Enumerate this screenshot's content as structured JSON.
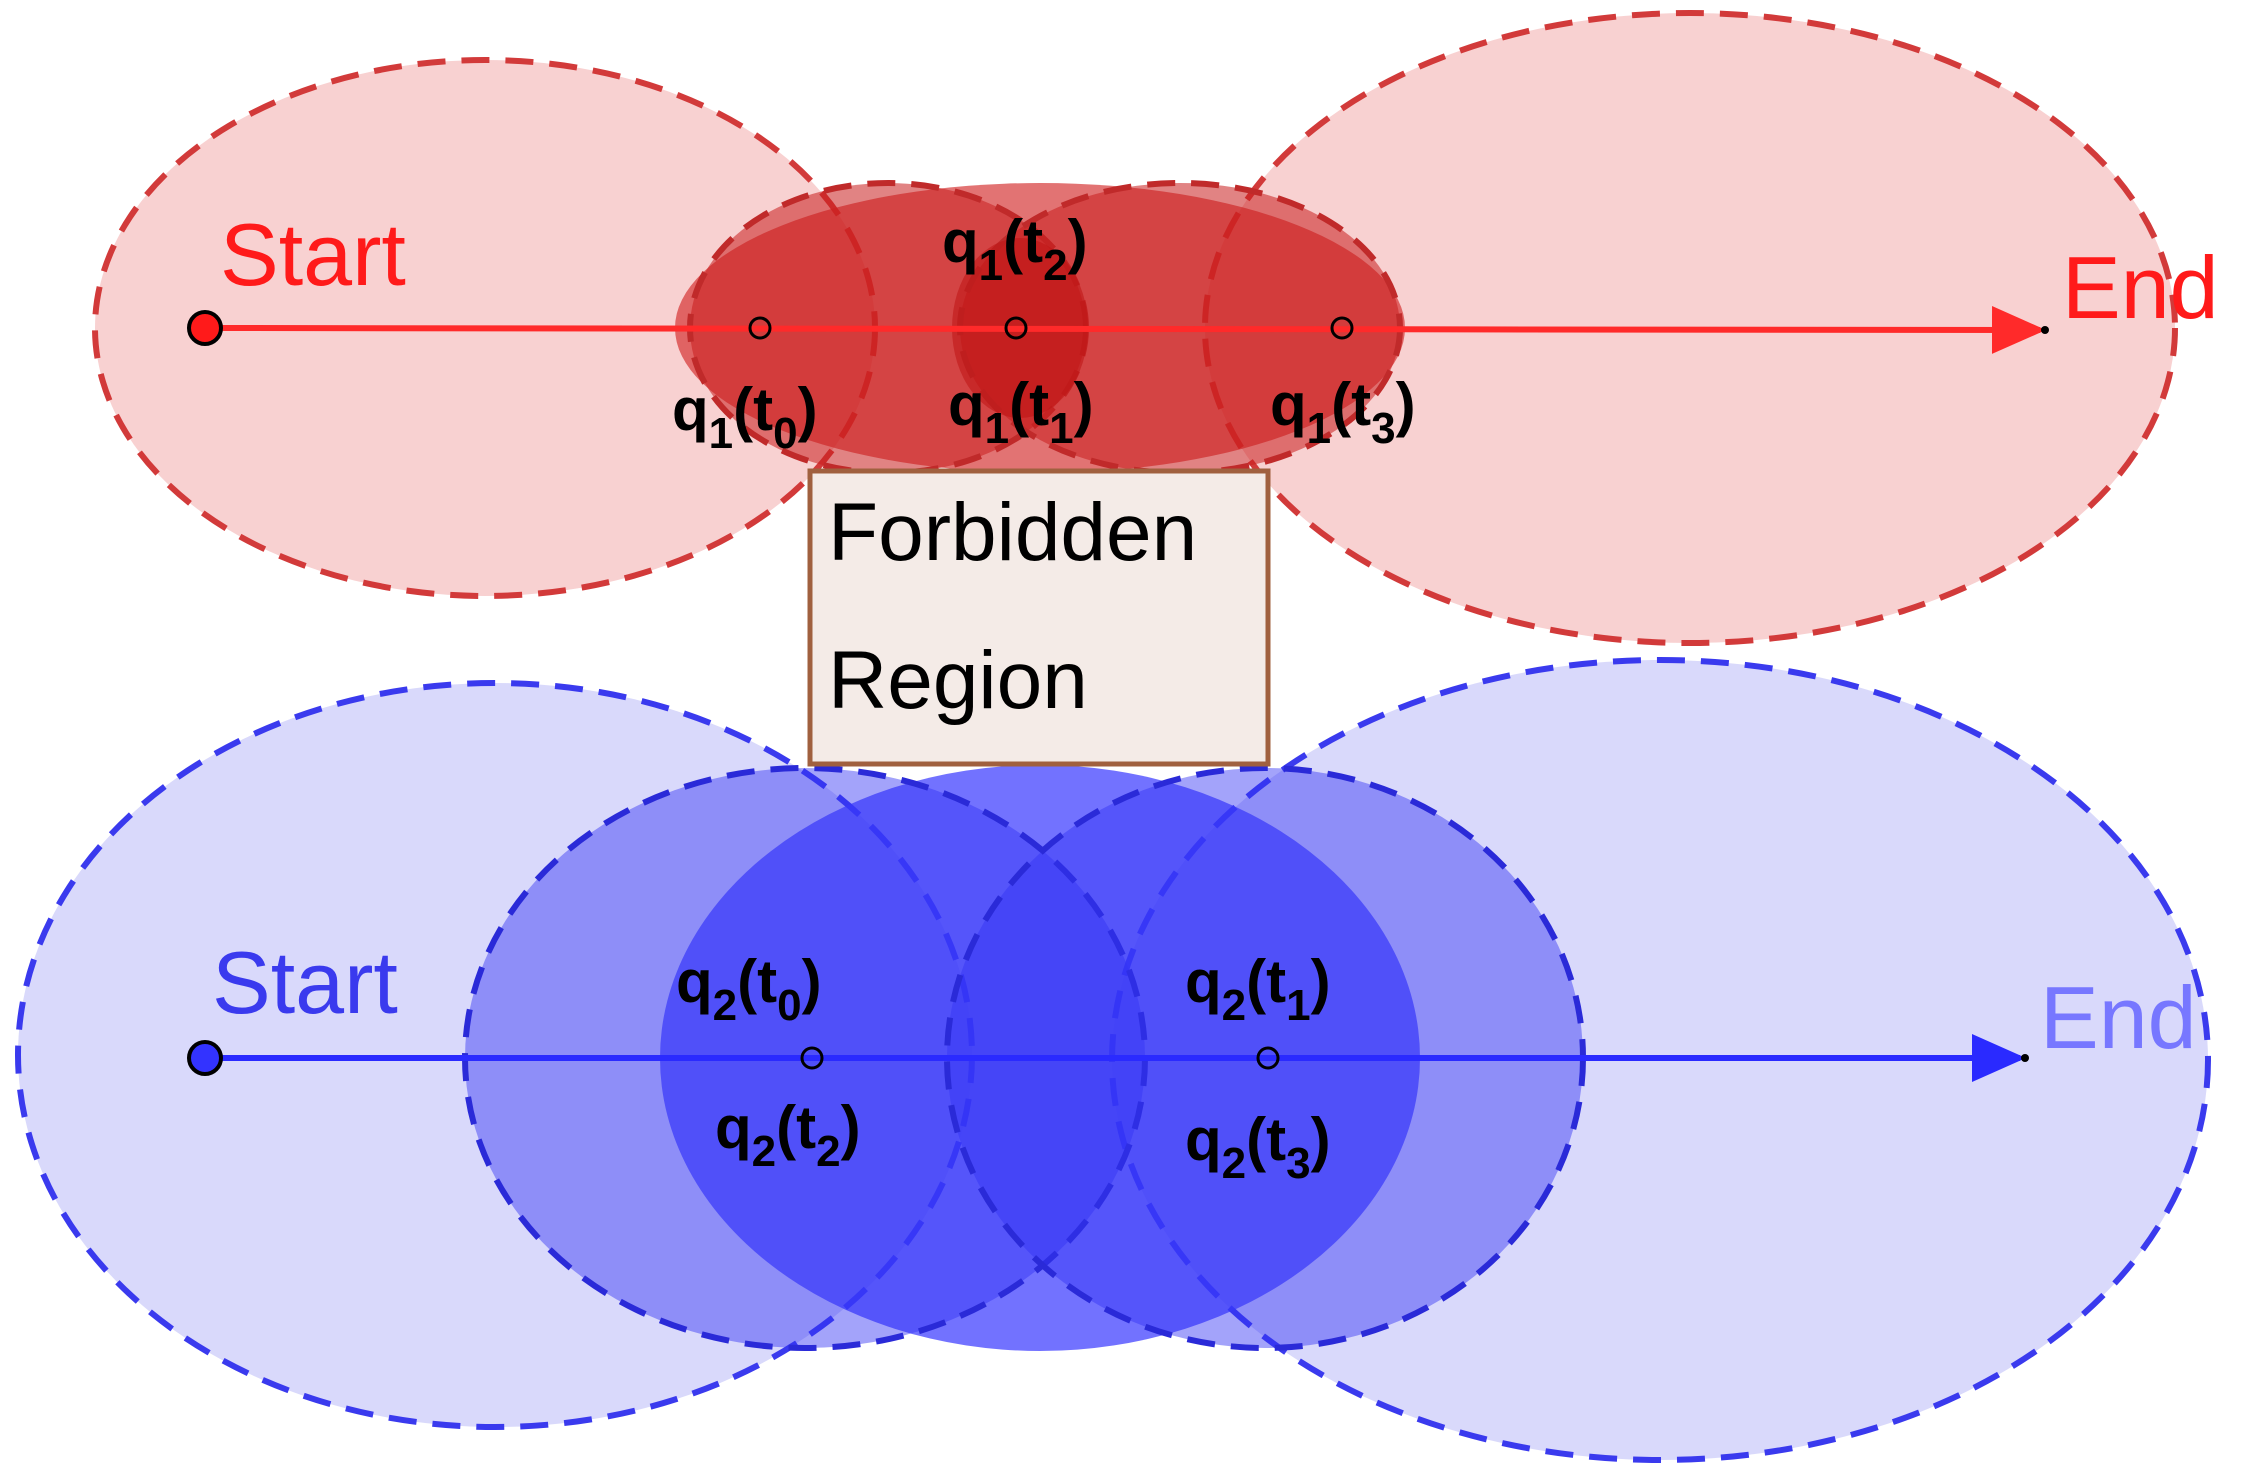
{
  "robot1": {
    "start_label": "Start",
    "end_label": "End",
    "color": "#ff1a1a",
    "labels": {
      "t0": [
        "q",
        "1",
        "(t",
        "0",
        ")"
      ],
      "t1": [
        "q",
        "1",
        "(t",
        "1",
        ")"
      ],
      "t2": [
        "q",
        "1",
        "(t",
        "2",
        ")"
      ],
      "t3": [
        "q",
        "1",
        "(t",
        "3",
        ")"
      ]
    }
  },
  "robot2": {
    "start_label": "Start",
    "end_label": "End",
    "color": "#3333ff",
    "end_color": "#7777ff",
    "labels": {
      "t0": [
        "q",
        "2",
        "(t",
        "0",
        ")"
      ],
      "t1": [
        "q",
        "2",
        "(t",
        "1",
        ")"
      ],
      "t2": [
        "q",
        "2",
        "(t",
        "2",
        ")"
      ],
      "t3": [
        "q",
        "2",
        "(t",
        "3",
        ")"
      ]
    }
  },
  "forbidden": {
    "line1": "Forbidden",
    "line2": "Region",
    "border_color": "#a0603f",
    "fill_color": "#f4ebe7"
  }
}
